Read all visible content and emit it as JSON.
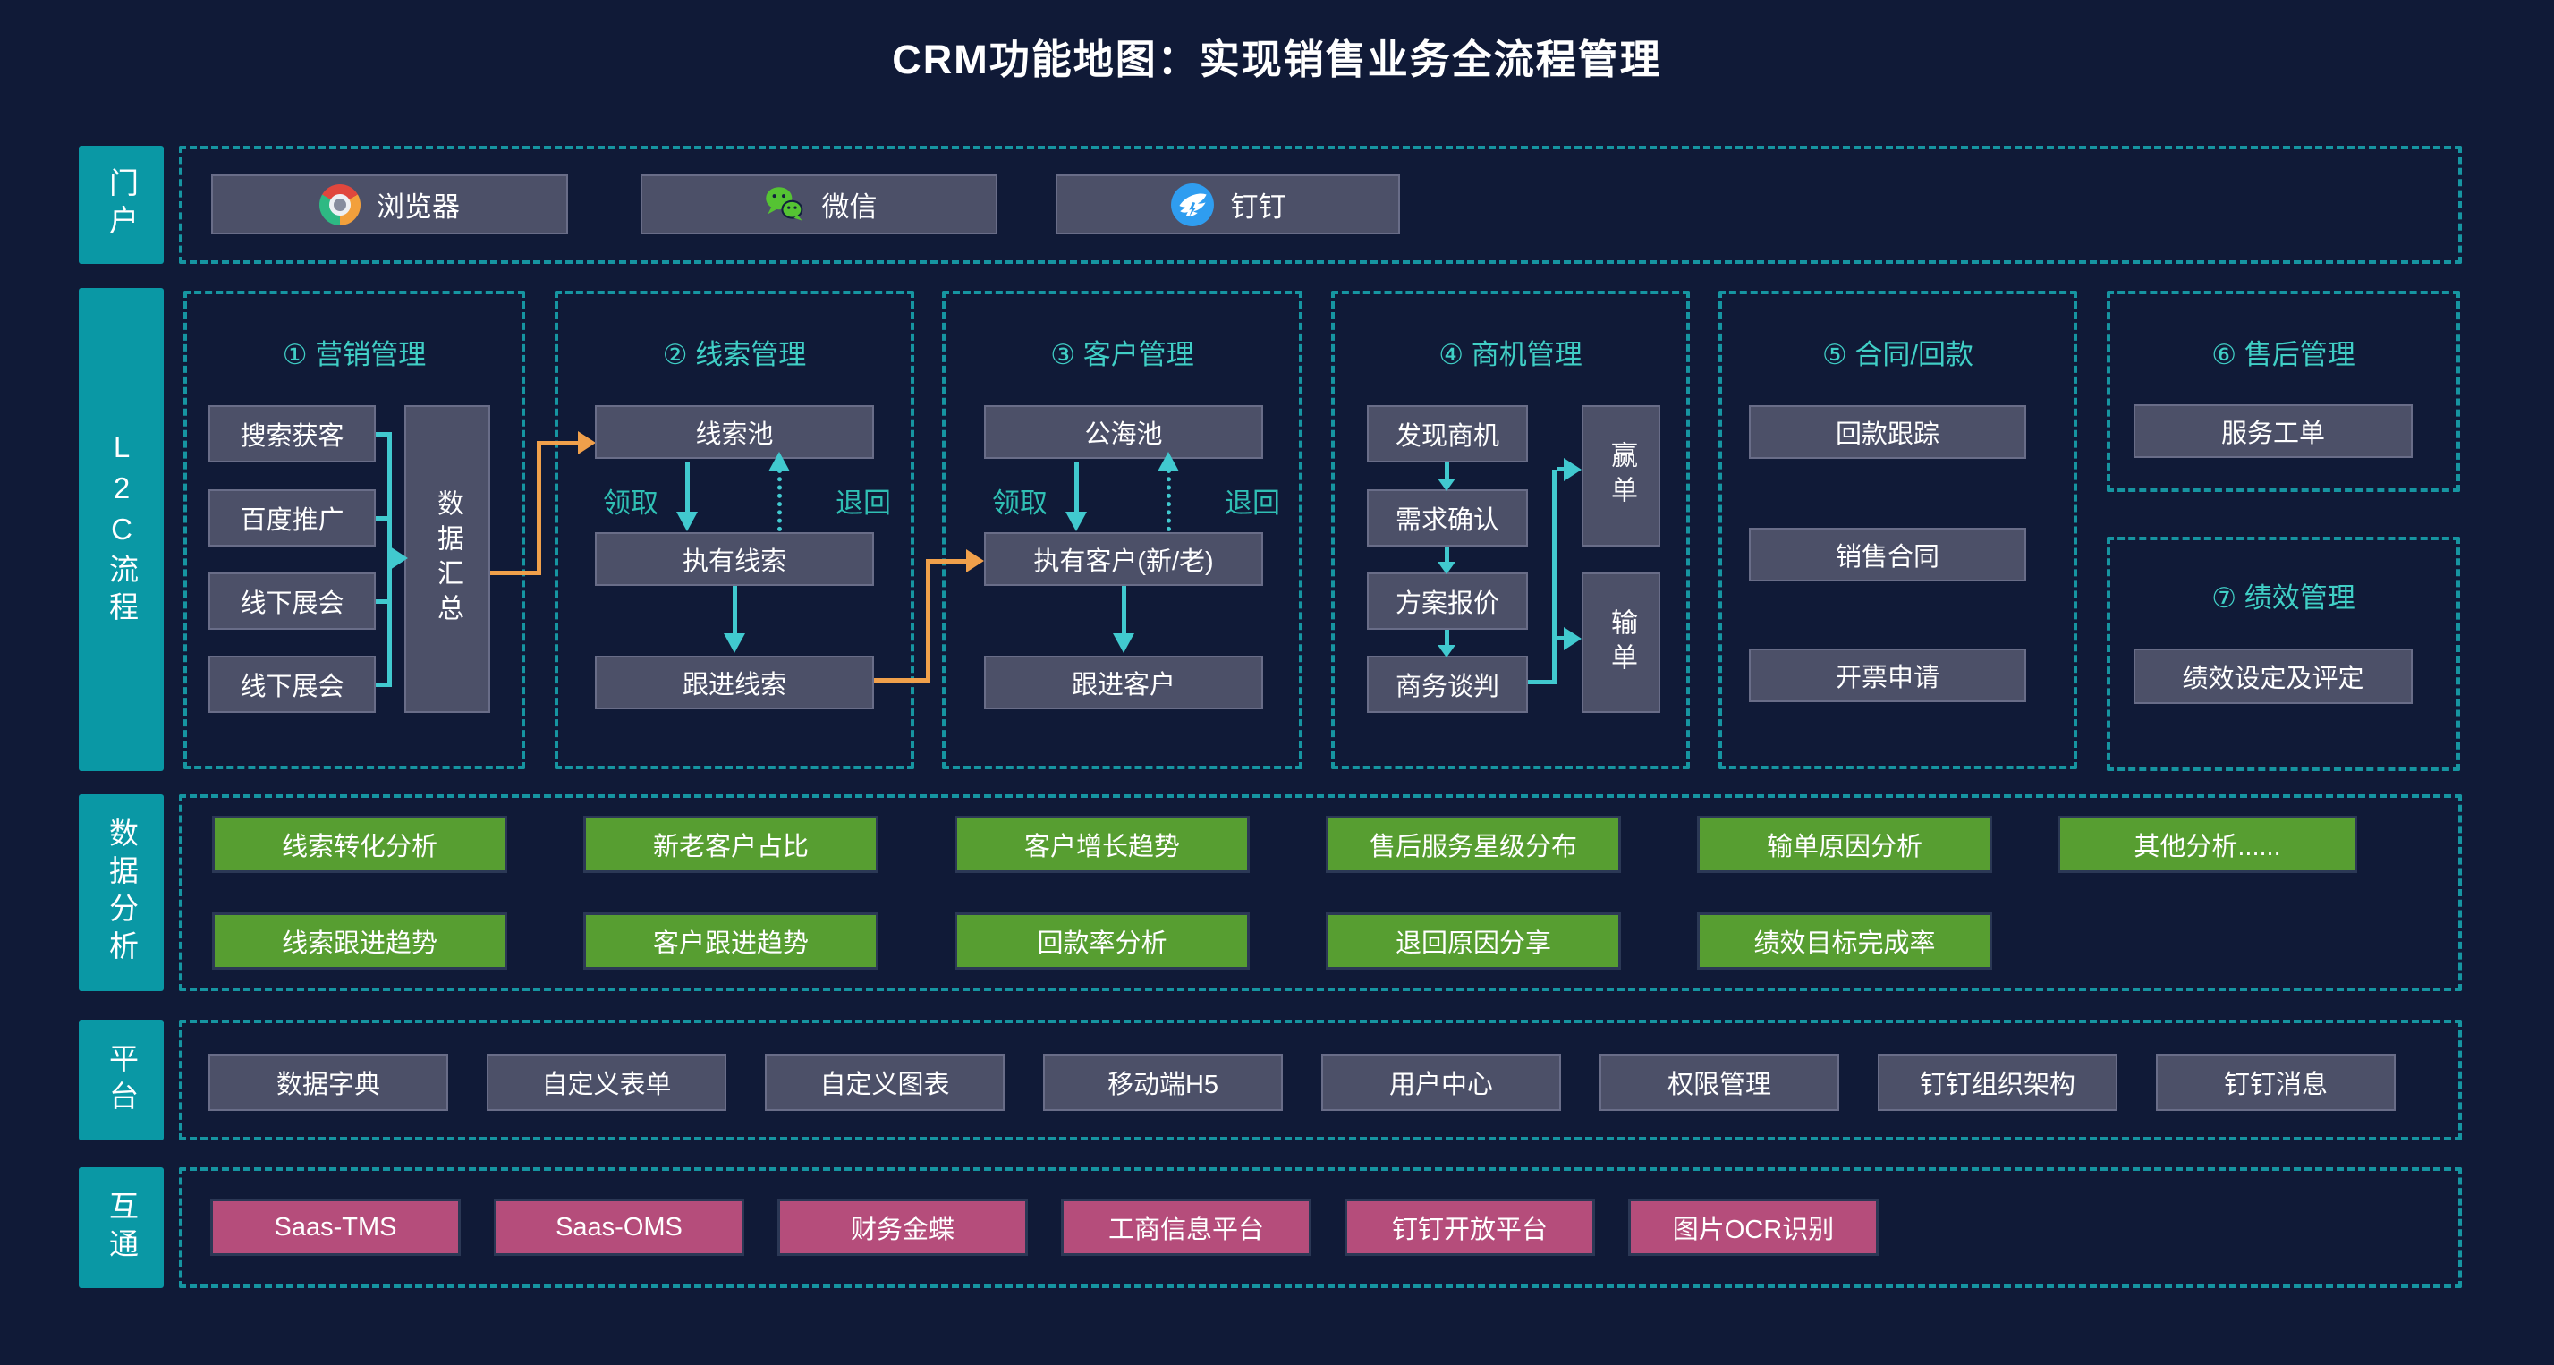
{
  "title": "CRM功能地图：实现销售业务全流程管理",
  "portal": {
    "label": "门户",
    "items": [
      {
        "label": "浏览器",
        "icon": "chrome-icon"
      },
      {
        "label": "微信",
        "icon": "wechat-icon"
      },
      {
        "label": "钉钉",
        "icon": "dingtalk-icon"
      }
    ]
  },
  "l2c": {
    "label": "L2C流程",
    "s1": {
      "title": "① 营销管理",
      "boxes": [
        "搜索获客",
        "百度推广",
        "线下展会",
        "线下展会"
      ],
      "aggregator": "数据汇总"
    },
    "s2": {
      "title": "② 线索管理",
      "pool": "线索池",
      "own": "执有线索",
      "follow": "跟进线索",
      "claim": "领取",
      "giveback": "退回"
    },
    "s3": {
      "title": "③ 客户管理",
      "pool": "公海池",
      "own": "执有客户(新/老)",
      "follow": "跟进客户",
      "claim": "领取",
      "giveback": "退回"
    },
    "s4": {
      "title": "④ 商机管理",
      "steps": [
        "发现商机",
        "需求确认",
        "方案报价",
        "商务谈判"
      ],
      "win": "赢单",
      "lose": "输单"
    },
    "s5": {
      "title": "⑤ 合同/回款",
      "boxes": [
        "回款跟踪",
        "销售合同",
        "开票申请"
      ]
    },
    "s6": {
      "title": "⑥ 售后管理",
      "box": "服务工单"
    },
    "s7": {
      "title": "⑦ 绩效管理",
      "box": "绩效设定及评定"
    }
  },
  "analysis": {
    "label": "数据分析",
    "row1": [
      "线索转化分析",
      "新老客户占比",
      "客户增长趋势",
      "售后服务星级分布",
      "输单原因分析",
      "其他分析......"
    ],
    "row2": [
      "线索跟进趋势",
      "客户跟进趋势",
      "回款率分析",
      "退回原因分享",
      "绩效目标完成率"
    ]
  },
  "platform": {
    "label": "平台",
    "items": [
      "数据字典",
      "自定义表单",
      "自定义图表",
      "移动端H5",
      "用户中心",
      "权限管理",
      "钉钉组织架构",
      "钉钉消息"
    ]
  },
  "integration": {
    "label": "互通",
    "items": [
      "Saas-TMS",
      "Saas-OMS",
      "财务金蝶",
      "工商信息平台",
      "钉钉开放平台",
      "图片OCR识别"
    ]
  },
  "colors": {
    "bg": "#101a37",
    "tealLabel": "#0a98a5",
    "dash": "#1695a1",
    "aqua": "#40cfc6",
    "node": "#4c5068",
    "green": "#579e31",
    "magenta": "#b54d7b",
    "orange": "#f0a04b",
    "cyan": "#41c9cf",
    "flowLabel": "#2fbfb4"
  }
}
